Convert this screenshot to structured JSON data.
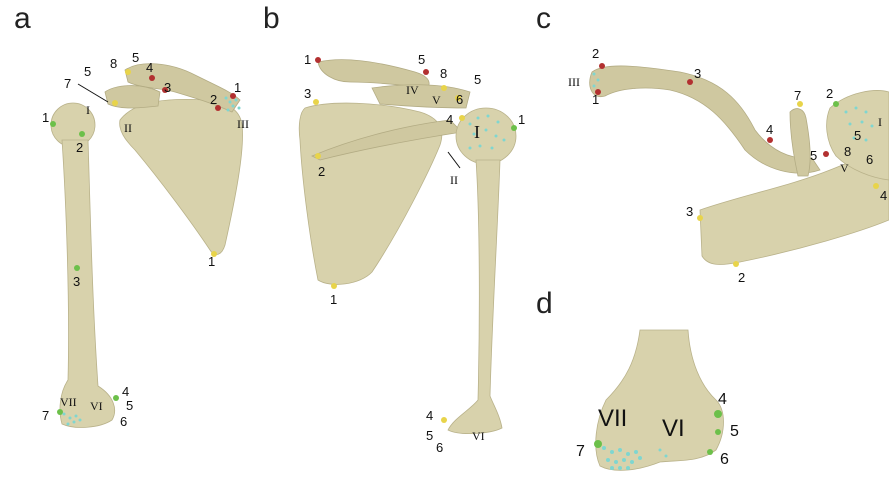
{
  "panels": {
    "a": {
      "label": "a"
    },
    "b": {
      "label": "b"
    },
    "c": {
      "label": "c"
    },
    "d": {
      "label": "d"
    }
  },
  "marker_colors": {
    "yellow": "#e8d44a",
    "green": "#6cc04a",
    "red": "#b23030",
    "cyan": "#7fd6d0"
  },
  "labels_a": {
    "l1a": "1",
    "l1b": "1",
    "l1c": "1",
    "l2a": "2",
    "l2b": "2",
    "l3a": "3",
    "l3b": "3",
    "l4a": "4",
    "l4b": "4",
    "l5a": "5",
    "l5b": "5",
    "l5c": "5",
    "l6": "6",
    "l7a": "7",
    "l7b": "7",
    "l8": "8",
    "rI": "I",
    "rII": "II",
    "rIII": "III",
    "rVI": "VI",
    "rVII": "VII"
  },
  "labels_b": {
    "l1a": "1",
    "l1b": "1",
    "l1c": "1",
    "l2": "2",
    "l3": "3",
    "l4a": "4",
    "l4b": "4",
    "l5a": "5",
    "l5b": "5",
    "l5c": "5",
    "l6a": "6",
    "l6b": "6",
    "l8": "8",
    "rI": "I",
    "rII": "II",
    "rIV": "IV",
    "rV": "V",
    "rVI": "VI"
  },
  "labels_c": {
    "l1": "1",
    "l2a": "2",
    "l2b": "2",
    "l3a": "3",
    "l3b": "3",
    "l4a": "4",
    "l4b": "4",
    "l5a": "5",
    "l5b": "5",
    "l6": "6",
    "l7": "7",
    "l8": "8",
    "rI": "I",
    "rIII": "III",
    "rV": "V"
  },
  "labels_d": {
    "l4": "4",
    "l5": "5",
    "l6": "6",
    "l7": "7",
    "rVI": "VI",
    "rVII": "VII"
  }
}
